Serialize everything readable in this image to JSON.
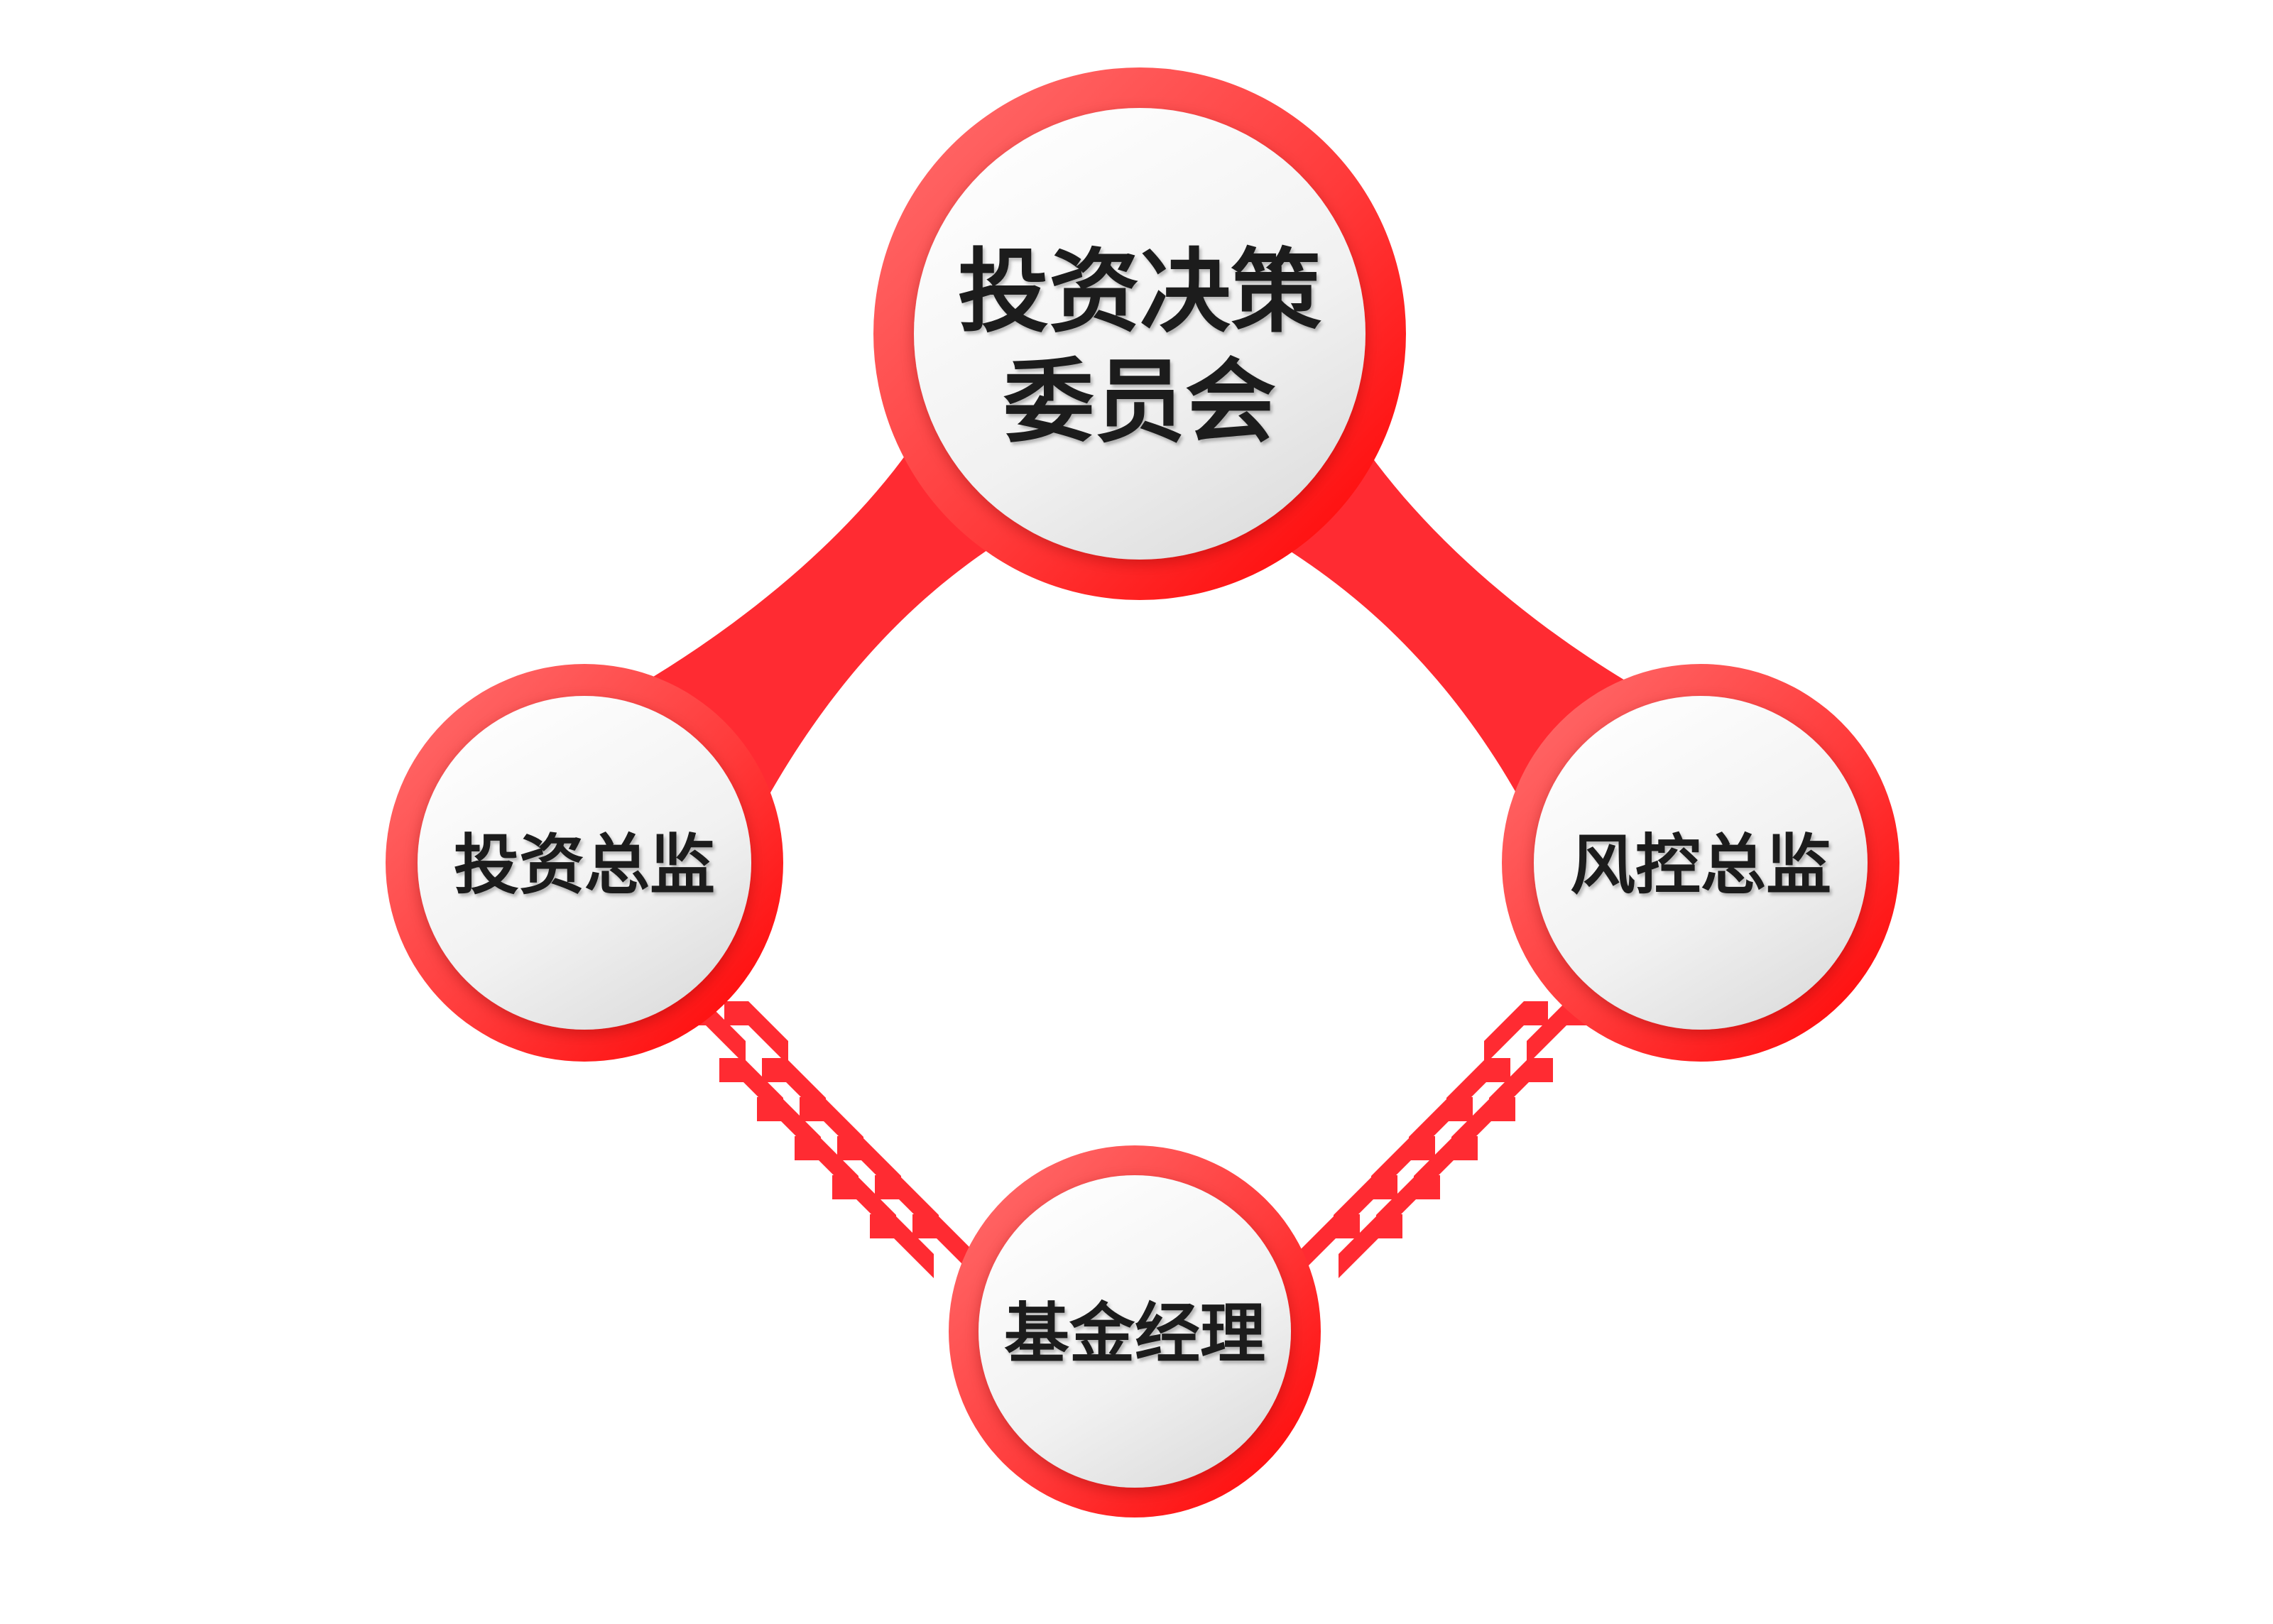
{
  "nodes": {
    "committee": {
      "line1": "投资决策",
      "line2": "委员会"
    },
    "investment_director": {
      "label": "投资总监"
    },
    "risk_director": {
      "label": "风控总监"
    },
    "fund_manager": {
      "label": "基金经理"
    }
  },
  "colors": {
    "accent": "#ff1a1a",
    "ring_light": "#ff6d6d",
    "ring_dark": "#ff0000",
    "connector": "#ff2b32",
    "face_light": "#ffffff",
    "face_shade": "#d9d9d9",
    "text": "#1a1a1a",
    "background": "#ffffff"
  }
}
